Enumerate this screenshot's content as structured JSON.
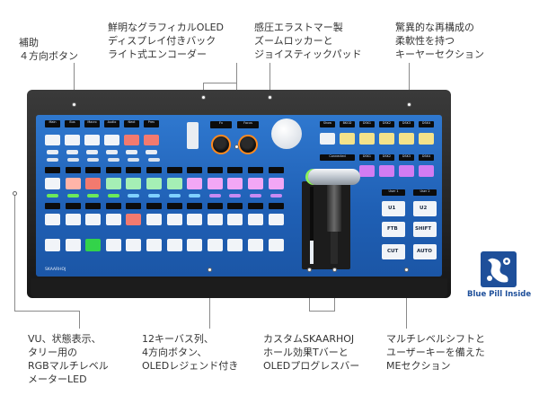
{
  "callouts": {
    "top_left": "補助\n４方向ボタン",
    "top_oled": "鮮明なグラフィカルOLED\nディスプレイ付きバック\nライト式エンコーダー",
    "top_zoom": "感圧エラストマー製\nズームロッカーと\nジョイスティックパッド",
    "top_keyer": "驚異的な再構成の\n柔軟性を持つ\nキーヤーセクション",
    "bottom_vu": "VU、状態表示、\nタリー用の\nRGBマルチレベル\nメーターLED",
    "bottom_bus": "12キーバス列、\n4方向ボタン、\nOLEDレジェンド付き",
    "bottom_tbar": "カスタムSKAARHOJ\nホール効果Tバーと\nOLEDプログレスバー",
    "bottom_me": "マルチレベルシフトと\nユーザーキーを備えた\nMEセクション"
  },
  "device": {
    "brand": "SKAARHOJ",
    "top_oleds": [
      "Main",
      "Bus",
      "Macro",
      "Audio",
      "Next",
      "Prev"
    ],
    "encoder_oleds": [
      "Fx",
      "Focus"
    ],
    "keyer_oleds": [
      "Show",
      "BKGD",
      "DSK1",
      "DSK2",
      "DSK3",
      "DSK4"
    ],
    "connected": "Connected",
    "dsk_oleds": [
      "DSK1",
      "DSK2",
      "DSK3",
      "DSK4"
    ],
    "user_labels": [
      "User 1",
      "User 2"
    ],
    "me_buttons": [
      "U1",
      "U2",
      "FTB",
      "SHIFT",
      "CUT",
      "AUTO"
    ]
  },
  "badge": {
    "label": "Blue Pill Inside"
  },
  "colors": {
    "panel_blue": "#2569c3",
    "key_white": "#f1f4f8",
    "key_red": "#f27a6f",
    "key_green": "#33d34a",
    "key_purple": "#d27cf2",
    "key_yellow": "#f3e28a",
    "badge_blue": "#1e4f9a"
  }
}
